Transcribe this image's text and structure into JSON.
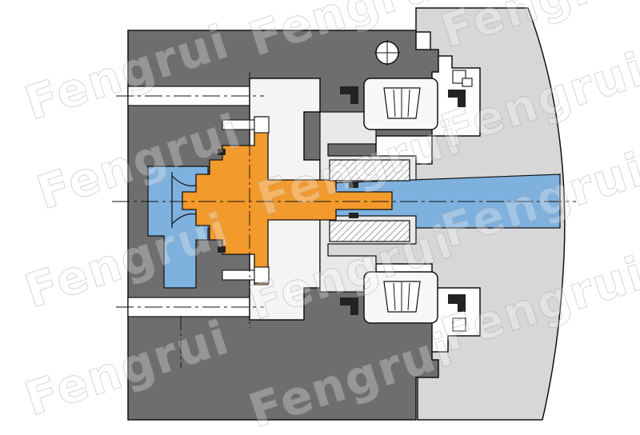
{
  "diagram": {
    "watermark": {
      "text": "Fengrui",
      "repeat_count": 12
    },
    "colors": {
      "housing": "#6e6e6e",
      "outline": "#111111",
      "cover": "#d7d7d7",
      "plate": "#f4f4f4",
      "shaft": "#7fb1de",
      "rotor": "#f39a2c",
      "seal": "#222222",
      "bearing": "#f7f7f7",
      "hatch": "#7a7a7a"
    },
    "components": {
      "housing": "housing-block",
      "cover": "end-cover",
      "plate": "flange-plate",
      "rotary_union": "rotary-joint-orange",
      "shaft": "main-shaft",
      "bearings": [
        "upper-roller-bearing",
        "lower-roller-bearing"
      ],
      "seals": [
        "upper-lip-seal",
        "lower-lip-seal"
      ]
    }
  }
}
